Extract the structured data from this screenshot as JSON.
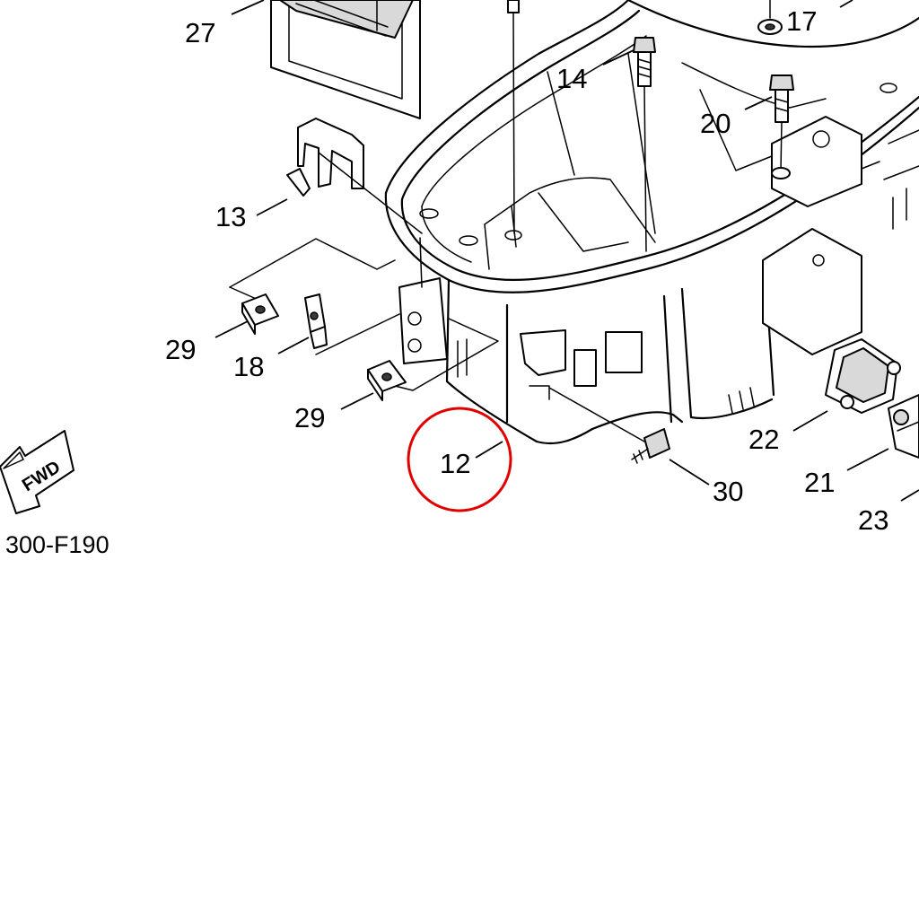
{
  "diagram": {
    "code": "300-F190",
    "direction_arrow": "FWD",
    "highlight_color": "#e00000",
    "callouts": {
      "c27": "27",
      "c17": "17",
      "c14": "14",
      "c20": "20",
      "c13": "13",
      "c29a": "29",
      "c18": "18",
      "c29b": "29",
      "c12": "12",
      "c22": "22",
      "c30": "30",
      "c21": "21",
      "c23": "23"
    }
  }
}
